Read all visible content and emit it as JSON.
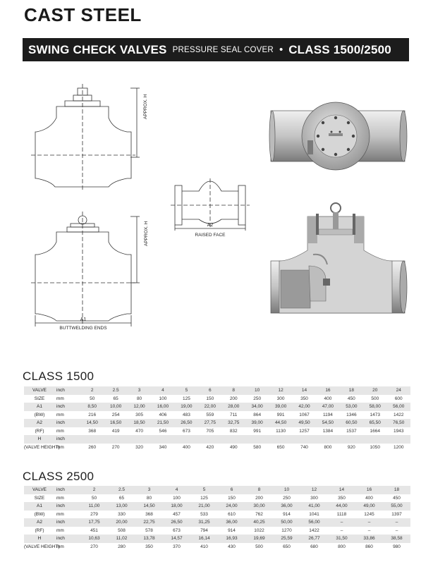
{
  "title": "CAST STEEL",
  "banner": {
    "main": "SWING CHECK VALVES",
    "sub": "PRESSURE SEAL COVER",
    "bullet": "•",
    "cls": "CLASS 1500/2500"
  },
  "drawings": {
    "approx_h": "APPROX. H",
    "a2": "A2",
    "raised_face": "RAISED FACE",
    "a1": "A1",
    "buttwelding_ends": "BUTTWELDING ENDS"
  },
  "class1500": {
    "title": "CLASS 1500",
    "rows": [
      {
        "label": "VALVE",
        "unit": "inch",
        "values": [
          "2",
          "2.5",
          "3",
          "4",
          "5",
          "6",
          "8",
          "10",
          "12",
          "14",
          "16",
          "18",
          "20",
          "24"
        ]
      },
      {
        "label": "SIZE",
        "unit": "mm",
        "values": [
          "50",
          "65",
          "80",
          "100",
          "125",
          "150",
          "200",
          "250",
          "300",
          "350",
          "400",
          "450",
          "500",
          "600"
        ]
      },
      {
        "label": "A1",
        "unit": "inch",
        "values": [
          "8,50",
          "10,00",
          "12,00",
          "16,00",
          "19,00",
          "22,00",
          "28,00",
          "34,00",
          "39,00",
          "42,00",
          "47,00",
          "53,00",
          "58,00",
          "56,00"
        ]
      },
      {
        "label": "(BW)",
        "unit": "mm",
        "values": [
          "216",
          "254",
          "305",
          "406",
          "483",
          "559",
          "711",
          "864",
          "991",
          "1067",
          "1194",
          "1346",
          "1473",
          "1422"
        ]
      },
      {
        "label": "A2",
        "unit": "inch",
        "values": [
          "14,50",
          "16,50",
          "18,50",
          "21,50",
          "26,50",
          "27,75",
          "32,75",
          "39,00",
          "44,50",
          "49,50",
          "54,50",
          "60,50",
          "65,50",
          "76,50"
        ]
      },
      {
        "label": "(RF)",
        "unit": "mm",
        "values": [
          "368",
          "419",
          "470",
          "546",
          "673",
          "705",
          "832",
          "991",
          "1130",
          "1257",
          "1384",
          "1537",
          "1664",
          "1943"
        ]
      },
      {
        "label": "H",
        "unit": "inch",
        "values": [
          "",
          "",
          "",
          "",
          "",
          "",
          "",
          "",
          "",
          "",
          "",
          "",
          "",
          ""
        ]
      },
      {
        "label": "(VALVE HEIGHT)",
        "unit": "mm",
        "values": [
          "260",
          "270",
          "320",
          "340",
          "400",
          "420",
          "490",
          "580",
          "650",
          "740",
          "800",
          "920",
          "1050",
          "1200"
        ]
      }
    ]
  },
  "class2500": {
    "title": "CLASS 2500",
    "rows": [
      {
        "label": "VALVE",
        "unit": "inch",
        "values": [
          "2",
          "2.5",
          "3",
          "4",
          "5",
          "6",
          "8",
          "10",
          "12",
          "14",
          "16",
          "18"
        ]
      },
      {
        "label": "SIZE",
        "unit": "mm",
        "values": [
          "50",
          "65",
          "80",
          "100",
          "125",
          "150",
          "200",
          "250",
          "300",
          "350",
          "400",
          "450"
        ]
      },
      {
        "label": "A1",
        "unit": "inch",
        "values": [
          "11,00",
          "13,00",
          "14,50",
          "18,00",
          "21,00",
          "24,00",
          "30,00",
          "36,00",
          "41,00",
          "44,00",
          "49,00",
          "55,00"
        ]
      },
      {
        "label": "(BW)",
        "unit": "mm",
        "values": [
          "279",
          "330",
          "368",
          "457",
          "533",
          "610",
          "762",
          "914",
          "1041",
          "1118",
          "1245",
          "1397"
        ]
      },
      {
        "label": "A2",
        "unit": "inch",
        "values": [
          "17,75",
          "20,00",
          "22,75",
          "26,50",
          "31,25",
          "36,00",
          "40,25",
          "50,00",
          "56,00",
          "–",
          "–",
          "–"
        ]
      },
      {
        "label": "(RF)",
        "unit": "mm",
        "values": [
          "451",
          "508",
          "578",
          "673",
          "794",
          "914",
          "1022",
          "1270",
          "1422",
          "–",
          "–",
          "–"
        ]
      },
      {
        "label": "H",
        "unit": "inch",
        "values": [
          "10,63",
          "11,02",
          "13,78",
          "14,57",
          "16,14",
          "16,93",
          "19,69",
          "25,59",
          "26,77",
          "31,50",
          "33,86",
          "38,58"
        ]
      },
      {
        "label": "(VALVE HEIGHT)",
        "unit": "mm",
        "values": [
          "270",
          "280",
          "350",
          "370",
          "410",
          "430",
          "500",
          "650",
          "680",
          "800",
          "860",
          "980"
        ]
      }
    ]
  }
}
